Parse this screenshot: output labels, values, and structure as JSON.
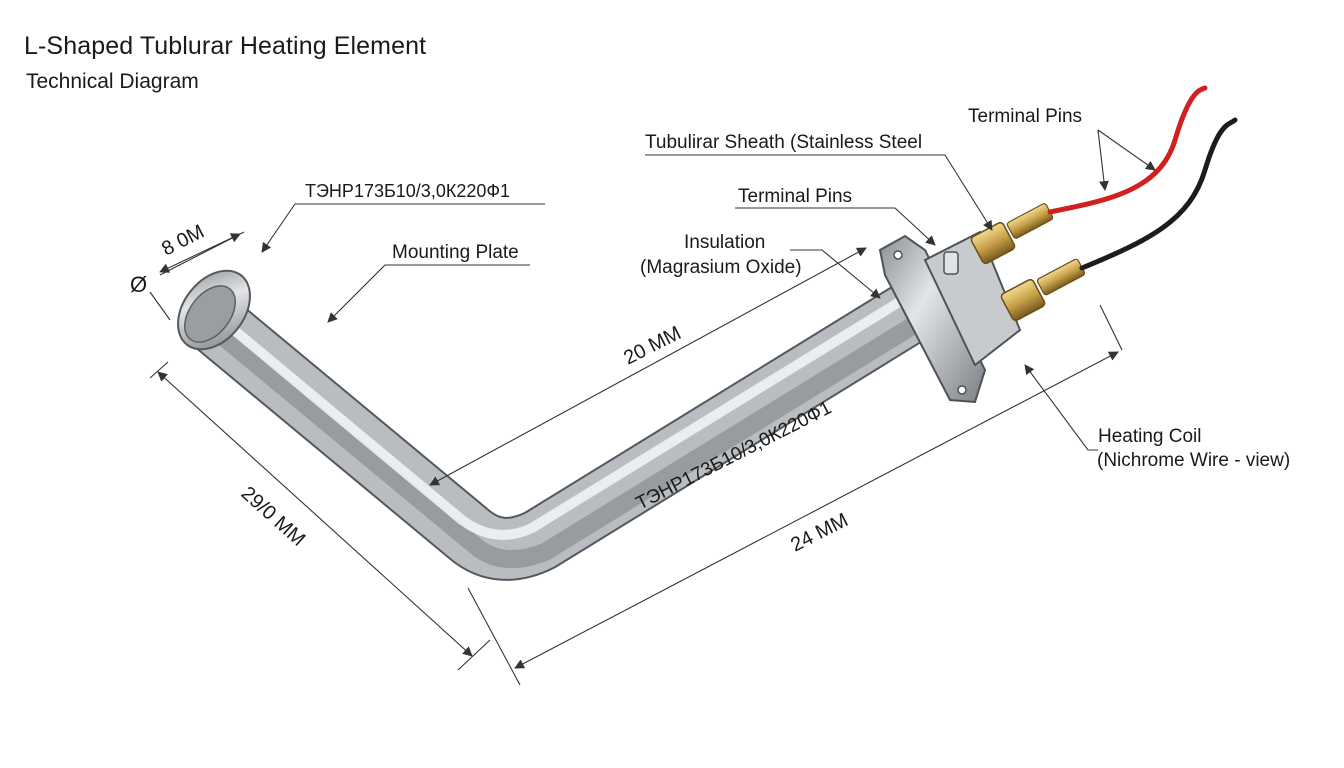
{
  "header": {
    "title": "L-Shaped Tublurar Heating Element",
    "subtitle": "Technical Diagram"
  },
  "labels": {
    "model_code_top": "ТЭНР173Б10/3,0К220Ф1",
    "mounting_plate": "Mounting Plate",
    "insulation_line1": "Insulation",
    "insulation_line2": "(Magrasium Oxide)",
    "terminal_pins_mid": "Terminal Pins",
    "tubular_sheath": "Tubulirar Sheath (Stainless Steel",
    "terminal_pins_top": "Terminal Pins",
    "heating_coil_line1": "Heating Coil",
    "heating_coil_line2": "(Nichrome Wire - view)",
    "tube_marking": "ТЭНР173Б10/3,0К220Ф1"
  },
  "dimensions": {
    "diameter_symbol": "Ø",
    "diameter_value": "8 0M",
    "long_arm": "29/0 MM",
    "upper_length": "20 MM",
    "lower_length": "24 MM"
  },
  "colors": {
    "red_wire": "#d21f1f",
    "black_wire": "#1c1c1c",
    "brass": "#c9a24a",
    "steel": "#b9bcc0"
  }
}
